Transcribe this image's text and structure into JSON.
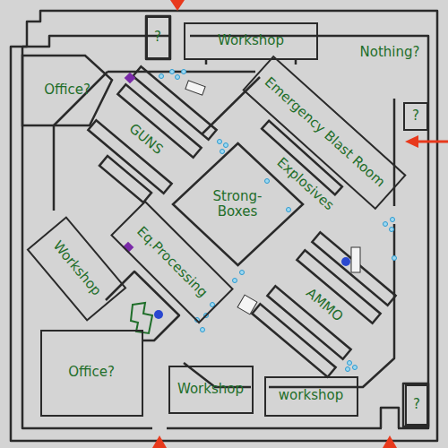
{
  "diagram": {
    "nodes": [
      {
        "text": [
          "?"
        ]
      },
      {
        "text": [
          "Workshop"
        ]
      },
      {
        "text": [
          "Office?"
        ]
      },
      {
        "text": [
          "Emergency Blast Room"
        ]
      },
      {
        "text": [
          "?"
        ]
      },
      {
        "text": [
          "Strong-Boxes"
        ]
      },
      {
        "text": [
          "Eq.Processing"
        ]
      },
      {
        "text": [
          "Workshop"
        ]
      },
      {
        "text": [
          "Office?"
        ]
      },
      {
        "text": [
          "Workshop"
        ]
      },
      {
        "text": [
          "workshop"
        ]
      },
      {
        "text": [
          "?"
        ]
      }
    ],
    "labels": [
      "Nothing?",
      "GUNS",
      "Explosives",
      "AMMO"
    ]
  }
}
